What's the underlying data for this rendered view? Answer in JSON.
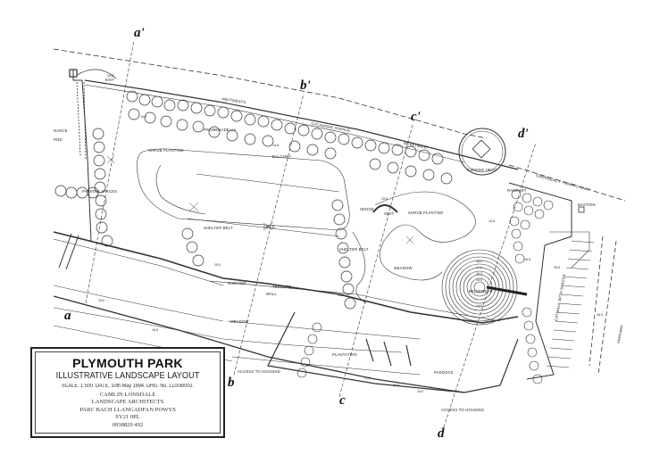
{
  "title_block": {
    "title": "PLYMOUTH PARK",
    "subtitle": "ILLUSTRATIVE LANDSCAPE LAYOUT",
    "drawing_info": "SCALE. 1:500. DATE, 10th May 1994. DRG. No. LL008/002.",
    "firm_lines": [
      "CAMLIN LONSDALE",
      "LANDSCAPE ARCHITECTS",
      "PARC BACH LLANGADFAN POWYS",
      "SY21 0PL",
      "0938820 492"
    ]
  },
  "section_markers": {
    "a_top": "a'",
    "a_bottom": "a",
    "b_top": "b'",
    "b_bottom": "b",
    "c_top": "c'",
    "c_bottom": "c",
    "d_top": "d'",
    "d_bottom": "d"
  },
  "labels": {
    "exit": "EXIT",
    "abutments": "ABUTMENTS",
    "sycamore_avenue": "SYCAMORE AVENUE",
    "revetment": "REVETMENT",
    "turning_head": "TURNING HEAD",
    "emergency_traffic": "EMERGENCY TRAFFIC ONLY",
    "promenade": "PROMENADE",
    "balcony": "BALCONY",
    "shrub_planting_1": "SHRUB PLANTING",
    "shrub_planting_2": "SHRUB PLANTING",
    "hedge": "HEDGE",
    "seat": "SEAT",
    "rampart": "RAMPART",
    "bastion": "BASTION",
    "shelter_belt_1": "SHELTER BELT",
    "shelter_belt_2": "SHELTER BELT",
    "field": "FIELD",
    "meadow_1": "MEADOW",
    "meadow_2": "MEADOW",
    "shelter": "SHELTER",
    "terrace": "TERRACE",
    "wall": "WALL",
    "plantation": "PLANTATION",
    "paddock": "PADDOCK",
    "access_housing_1": "ACCESS TO HOUSING",
    "access_housing_2": "ACCESS TO HOUSING",
    "belvedere": "BELVEDERE",
    "parking_spaces": "PARKING SPACES",
    "maintenance": "NANCE",
    "ground": "RND",
    "catwalk": "CATWALK WITH SPACES",
    "parkway": "PARKWAY"
  },
  "spot_heights": [
    "14.8",
    "14.8",
    "14.8",
    "14.8",
    "15.5",
    "14.5",
    "15.5",
    "15.5",
    "16.0",
    "15.0",
    "14.0",
    "15.0",
    "16.5",
    "17.0",
    "16.0",
    "15.0"
  ],
  "mound_heights": [
    "18.0",
    "17.0",
    "16.0",
    "15.0",
    "14.5"
  ]
}
